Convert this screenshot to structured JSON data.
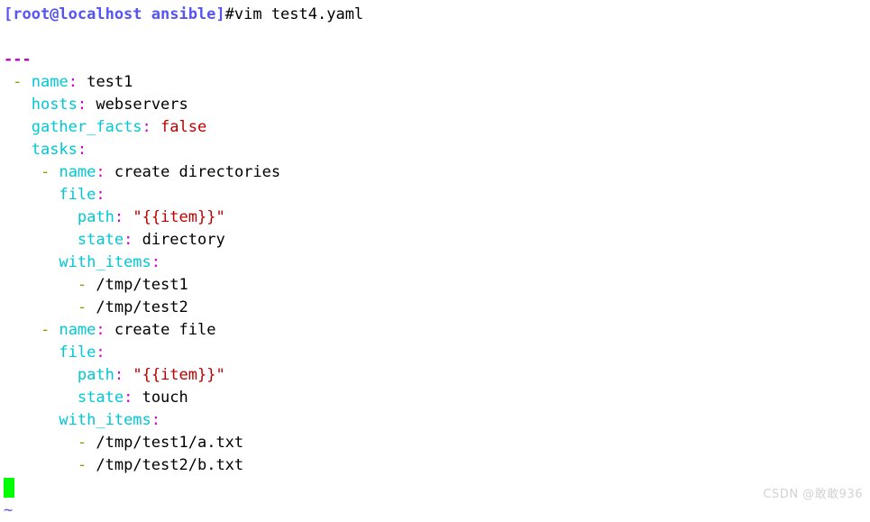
{
  "terminal": {
    "background_color": "#ffffff",
    "prompt": {
      "text": "[root@localhost ansible]",
      "color": "#5555f5"
    },
    "command": "#vim test4.yaml",
    "cursor": {
      "glyph": "block",
      "color": "#00ff00"
    },
    "tilde": "~"
  },
  "colors": {
    "key": "#00c8d4",
    "colon": "#d000d0",
    "string": "#bb0000",
    "boolean": "#bb0000",
    "seq_dash": "#9a9a00",
    "doc_marker": "#c000c0",
    "plain": "#000000",
    "tilde": "#5555f5",
    "cursor": "#00ff00",
    "watermark": "#d2d2d2"
  },
  "editor": {
    "filename": "test4.yaml",
    "lines": [
      {
        "indent": 0,
        "doc_marker": "---"
      },
      {
        "indent": 1,
        "dash": "-",
        "key": "name",
        "colon": ":",
        "value": "test1",
        "value_type": "plain"
      },
      {
        "indent": 3,
        "key": "hosts",
        "colon": ":",
        "value": "webservers",
        "value_type": "plain"
      },
      {
        "indent": 3,
        "key": "gather_facts",
        "colon": ":",
        "value": "false",
        "value_type": "bool"
      },
      {
        "indent": 3,
        "key": "tasks",
        "colon": ":",
        "value": "",
        "value_type": "plain"
      },
      {
        "indent": 4,
        "dash": "-",
        "key": "name",
        "colon": ":",
        "value": "create directories",
        "value_type": "plain"
      },
      {
        "indent": 6,
        "key": "file",
        "colon": ":",
        "value": "",
        "value_type": "plain"
      },
      {
        "indent": 8,
        "key": "path",
        "colon": ":",
        "value": "\"{{item}}\"",
        "value_type": "string"
      },
      {
        "indent": 8,
        "key": "state",
        "colon": ":",
        "value": "directory",
        "value_type": "plain"
      },
      {
        "indent": 6,
        "key": "with_items",
        "colon": ":",
        "value": "",
        "value_type": "plain"
      },
      {
        "indent": 8,
        "dash": "-",
        "value": "/tmp/test1",
        "value_type": "plain"
      },
      {
        "indent": 8,
        "dash": "-",
        "value": "/tmp/test2",
        "value_type": "plain"
      },
      {
        "indent": 4,
        "dash": "-",
        "key": "name",
        "colon": ":",
        "value": "create file",
        "value_type": "plain"
      },
      {
        "indent": 6,
        "key": "file",
        "colon": ":",
        "value": "",
        "value_type": "plain"
      },
      {
        "indent": 8,
        "key": "path",
        "colon": ":",
        "value": "\"{{item}}\"",
        "value_type": "string"
      },
      {
        "indent": 8,
        "key": "state",
        "colon": ":",
        "value": "touch",
        "value_type": "plain"
      },
      {
        "indent": 6,
        "key": "with_items",
        "colon": ":",
        "value": "",
        "value_type": "plain"
      },
      {
        "indent": 8,
        "dash": "-",
        "value": "/tmp/test1/a.txt",
        "value_type": "plain"
      },
      {
        "indent": 8,
        "dash": "-",
        "value": "/tmp/test2/b.txt",
        "value_type": "plain"
      }
    ]
  },
  "watermark": {
    "text": "CSDN @敢敢936"
  }
}
